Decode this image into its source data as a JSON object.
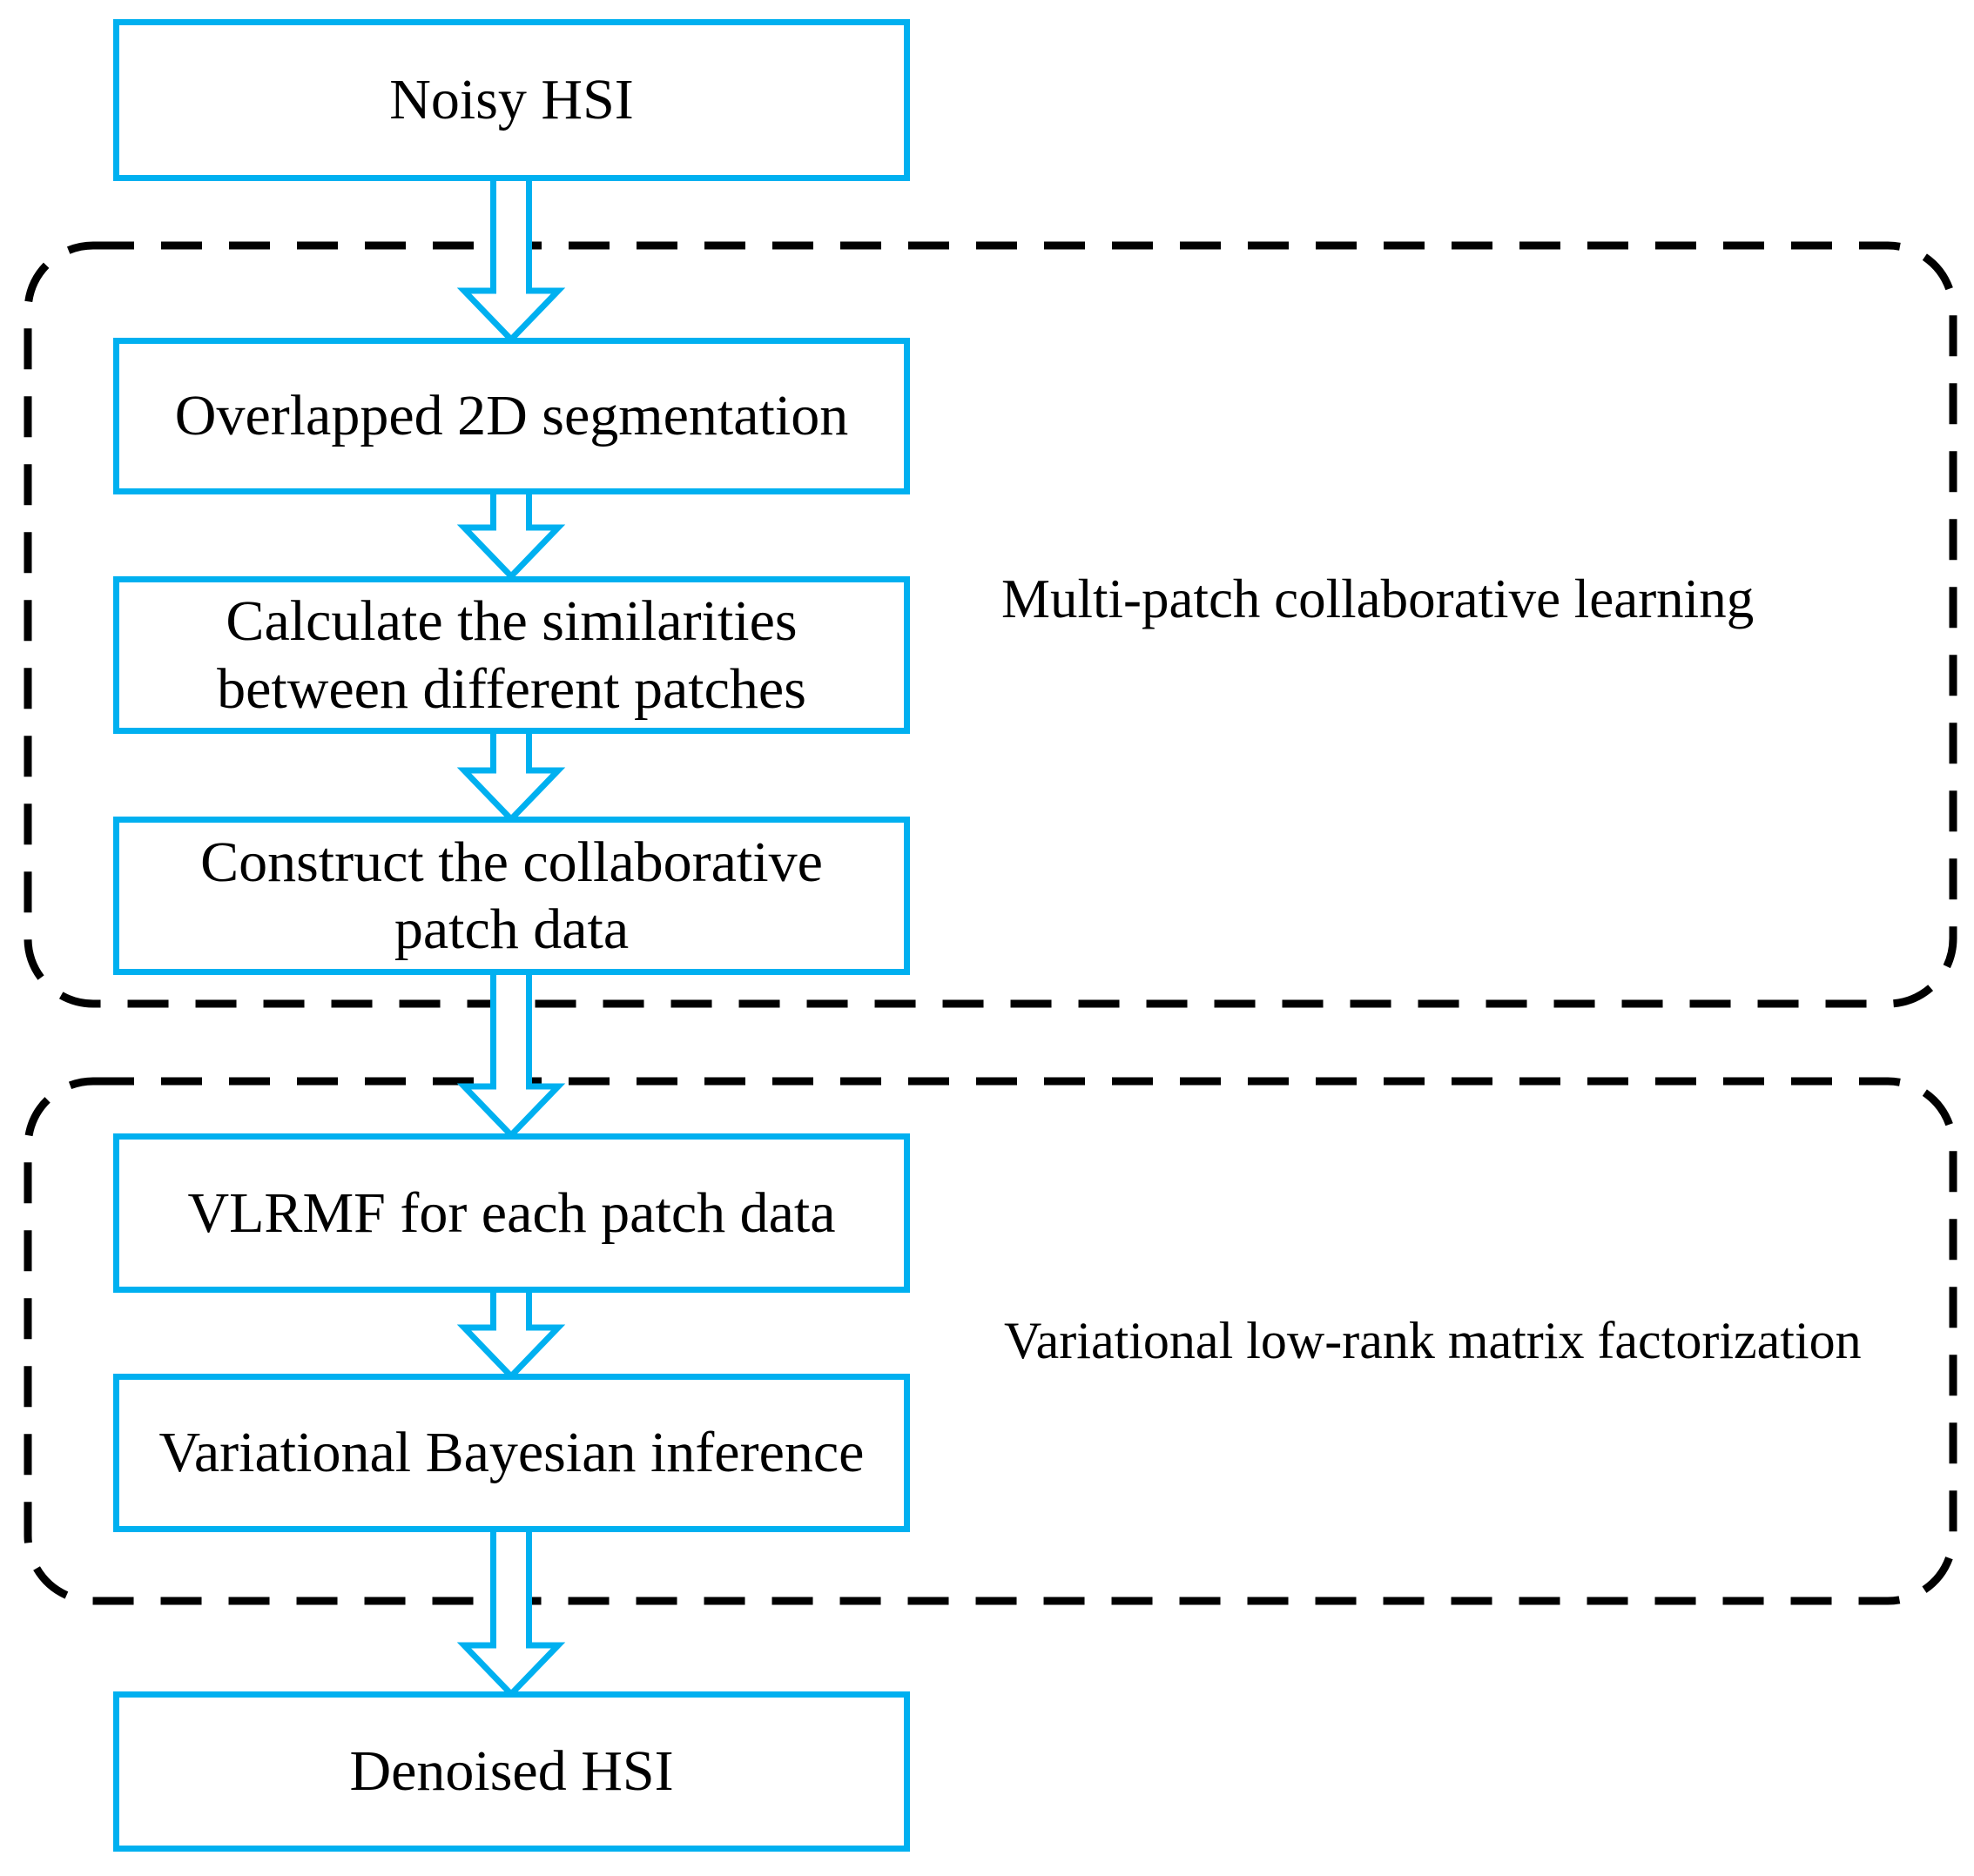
{
  "diagram": {
    "type": "flowchart",
    "colors": {
      "accent": "#00b0f0",
      "text": "#000000",
      "container_border": "#000000",
      "background": "#ffffff"
    },
    "nodes": [
      {
        "id": "noisy-hsi",
        "label": "Noisy HSI"
      },
      {
        "id": "overlapped-2d-segmentation",
        "label": "Overlapped 2D segmentation"
      },
      {
        "id": "calculate-similarities",
        "label": "Calculate the similarities\nbetween different patches"
      },
      {
        "id": "construct-collaborative-patch-data",
        "label": "Construct the collaborative\npatch data"
      },
      {
        "id": "vlrmf-for-each-patch-data",
        "label": "VLRMF for each patch data"
      },
      {
        "id": "variational-bayesian-inference",
        "label": "Variational Bayesian inference"
      },
      {
        "id": "denoised-hsi",
        "label": "Denoised HSI"
      }
    ],
    "containers": [
      {
        "id": "multi-patch-collaborative-learning",
        "label": "Multi-patch collaborative learning"
      },
      {
        "id": "variational-low-rank-matrix-factorization",
        "label": "Variational low-rank matrix factorization"
      }
    ],
    "flow": [
      "Noisy HSI -> Overlapped 2D segmentation",
      "Overlapped 2D segmentation -> Calculate the similarities between different patches",
      "Calculate the similarities between different patches -> Construct the collaborative patch data",
      "Construct the collaborative patch data -> VLRMF for each patch data",
      "VLRMF for each patch data -> Variational Bayesian inference",
      "Variational Bayesian inference -> Denoised HSI"
    ]
  }
}
